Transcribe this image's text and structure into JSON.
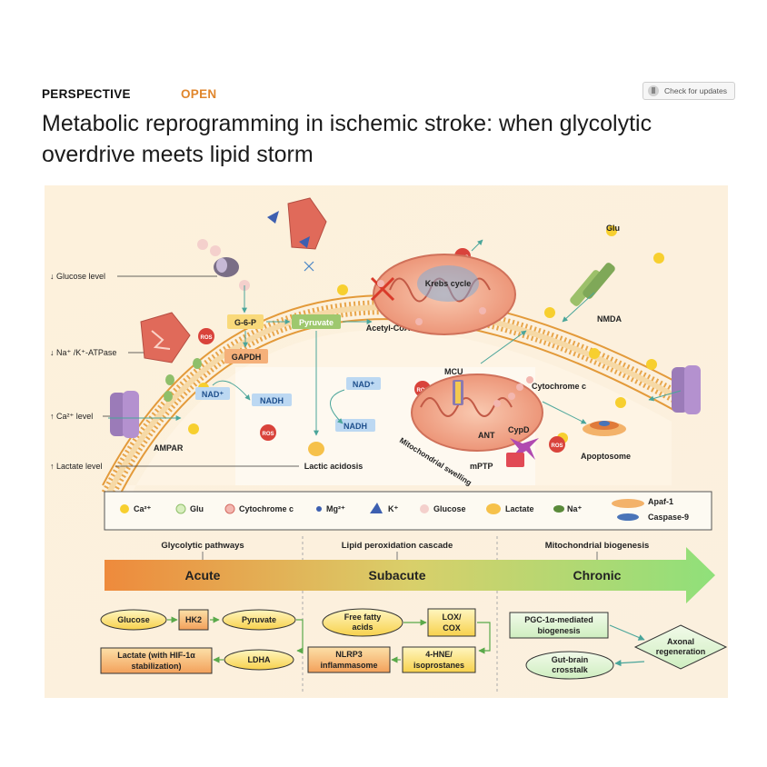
{
  "header": {
    "article_type": "PERSPECTIVE",
    "access": "OPEN",
    "check_updates": "Check for updates",
    "title": "Metabolic reprogramming in ischemic stroke: when glycolytic overdrive meets lipid storm"
  },
  "figure": {
    "side_labels": {
      "glucose": "↓ Glucose level",
      "atpase": "↓ Na⁺ /K⁺-ATPase",
      "calcium": "↑ Ca²⁺ level",
      "lactate": "↑ Lactate level"
    },
    "cell_labels": {
      "g6p": "G-6-P",
      "gapdh": "GAPDH",
      "pyruvate": "Pyruvate",
      "acetyl_coa": "Acetyl-CoA",
      "krebs": "Krebs cycle",
      "nad1": "NAD⁺",
      "nadh1": "NADH",
      "nad2": "NAD⁺",
      "nadh2": "NADH",
      "ros": "ROS",
      "ampar": "AMPAR",
      "lactic_acidosis": "Lactic acidosis",
      "glu": "Glu",
      "nmda": "NMDA",
      "mcu": "MCU",
      "cytochrome_c": "Cytochrome c",
      "ant": "ANT",
      "cypd": "CypD",
      "mptp": "mPTP",
      "mito_swelling": "Mitochondrial swelling",
      "apoptosome": "Apoptosome"
    },
    "legend": {
      "ca": "Ca²⁺",
      "glu": "Glu",
      "cytc": "Cytochrome c",
      "mg": "Mg²⁺",
      "k": "K⁺",
      "glucose": "Glucose",
      "lactate": "Lactate",
      "na": "Na⁺",
      "apaf": "Apaf-1",
      "casp": "Caspase-9"
    },
    "timeline": {
      "phase1_caption": "Glycolytic pathways",
      "phase2_caption": "Lipid peroxidation cascade",
      "phase3_caption": "Mitochondrial biogenesis",
      "acute": "Acute",
      "subacute": "Subacute",
      "chronic": "Chronic"
    },
    "flow": {
      "glucose": "Glucose",
      "hk2": "HK2",
      "pyruvate": "Pyruvate",
      "ldha": "LDHA",
      "lactate_1": "Lactate (with HIF-1α",
      "lactate_2": "stabilization)",
      "ffa_1": "Free fatty",
      "ffa_2": "acids",
      "lox_1": "LOX/",
      "lox_2": "COX",
      "hne_1": "4-HNE/",
      "hne_2": "isoprostanes",
      "nlrp3_1": "NLRP3",
      "nlrp3_2": "inflammasome",
      "pgc_1": "PGC-1α-mediated",
      "pgc_2": "biogenesis",
      "axonal_1": "Axonal",
      "axonal_2": "regeneration",
      "gut_1": "Gut-brain",
      "gut_2": "crosstalk"
    },
    "colors": {
      "membrane": "#e8a54a",
      "arrow_start": "#ee8a3c",
      "arrow_end": "#8fe07a",
      "mito": "#f0a788",
      "label_blue": "#bcd8f2",
      "box_yellow": "#fbe27a"
    }
  }
}
